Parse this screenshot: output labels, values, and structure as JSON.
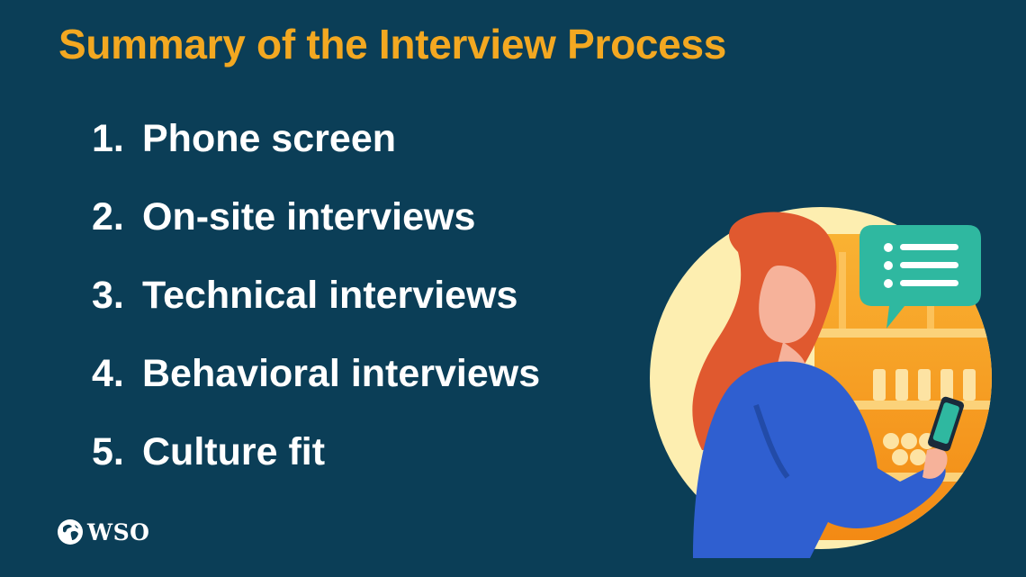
{
  "header": {
    "title": "Summary of the Interview Process"
  },
  "steps": [
    {
      "number": "1.",
      "label": "Phone screen"
    },
    {
      "number": "2.",
      "label": "On-site interviews"
    },
    {
      "number": "3.",
      "label": "Technical interviews"
    },
    {
      "number": "4.",
      "label": "Behavioral interviews"
    },
    {
      "number": "5.",
      "label": "Culture fit"
    }
  ],
  "brand": {
    "name": "WSO"
  },
  "colors": {
    "background": "#0b3e57",
    "title": "#f3a821",
    "text": "#ffffff",
    "chat_bubble": "#2fb8a0",
    "hair": "#e0592f",
    "sweater": "#2f5fd0",
    "shelf_glow": "#f59a1b",
    "circle": "#fdeeb0"
  }
}
